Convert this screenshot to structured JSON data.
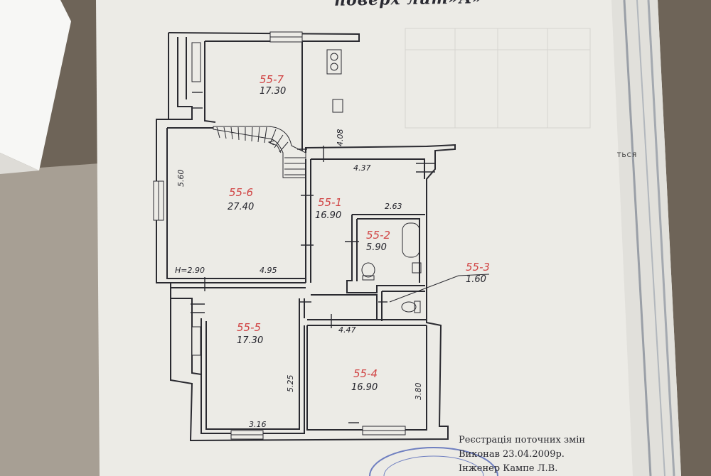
{
  "header": "поверх лит»А»",
  "rooms": [
    {
      "id": "55-7",
      "area": "17.30"
    },
    {
      "id": "55-6",
      "area": "27.40"
    },
    {
      "id": "55-1",
      "area": "16.90"
    },
    {
      "id": "55-2",
      "area": "5.90"
    },
    {
      "id": "55-3",
      "area": "1.60"
    },
    {
      "id": "55-5",
      "area": "17.30"
    },
    {
      "id": "55-4",
      "area": "16.90"
    }
  ],
  "dimensions": {
    "d408": "4.08",
    "d560": "5.60",
    "d437": "4.37",
    "d263": "2.63",
    "h290": "H=2.90",
    "d495": "4.95",
    "d447": "4.47",
    "d525": "5.25",
    "d380": "3.80",
    "d316": "3.16"
  },
  "notes": {
    "line1": "Реєстрація поточних змін",
    "line2": "Виконав 23.04.2009р.",
    "line3": "Інженер  Кампе Л.В."
  },
  "side_text": "ТЬСЯ",
  "colors": {
    "room_id": "#c63a3a",
    "ink": "#23232b",
    "paper": "#ecebe6"
  }
}
